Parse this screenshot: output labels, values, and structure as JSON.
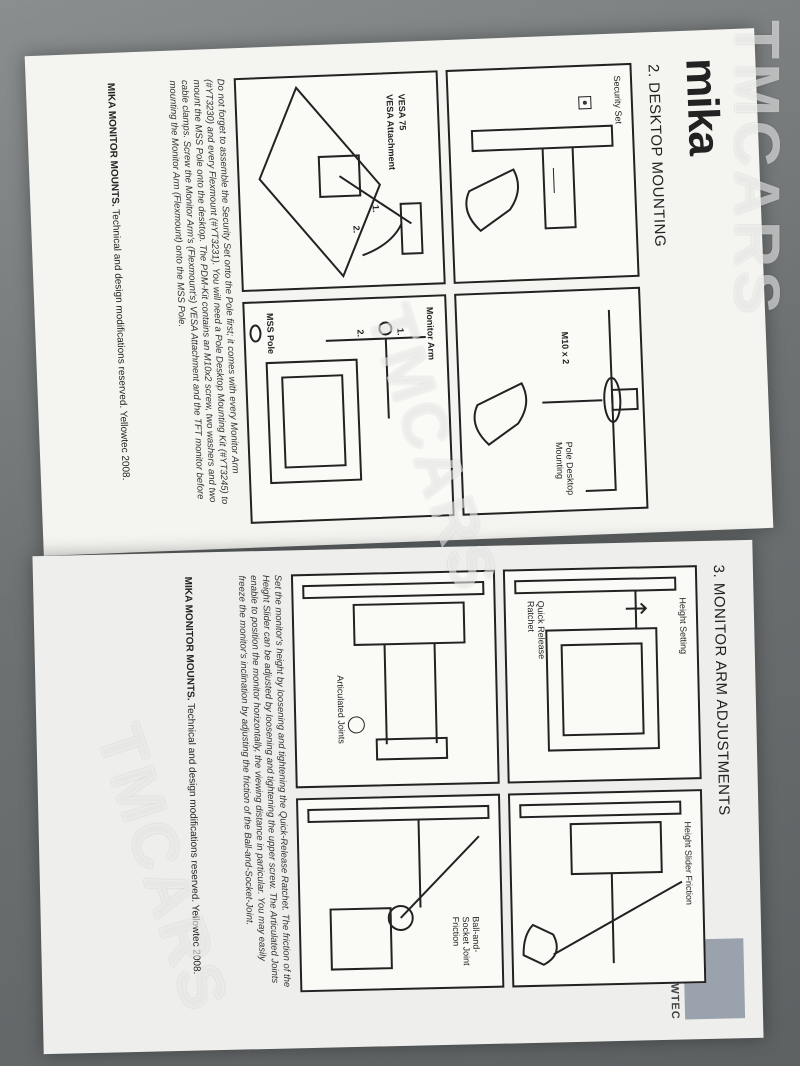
{
  "brand": "mika",
  "left_page": {
    "section_title": "2. DESKTOP MOUNTING",
    "panels": [
      {
        "labels": [
          "Security Set"
        ]
      },
      {
        "labels": [
          "Pole Desktop Mounting",
          "M10 x 2"
        ]
      },
      {
        "labels": [
          "VESA 75",
          "VESA Attachment",
          "1.",
          "2."
        ]
      },
      {
        "labels": [
          "Monitor Arm",
          "MSS Pole",
          "1.",
          "2."
        ]
      }
    ],
    "paragraph": "Do not forget to assemble the Security Set onto the Pole first; it comes with every Monitor Arm (#YT3230) and every Flexmount (#YT3231). You will need a Pole Desktop Mounting Kit (#YT3245) to mount the MSS Pole onto the desktop. The PDM-Kit contains an M10x2 screw, two washers and two cable clamps. Screw the Monitor Arm's (Flexmount's) VESA Attachment and the TFT monitor before mounting the Monitor Arm (Flexmount) onto the MSS Pole.",
    "footer_bold": "MIKA MONITOR MOUNTS.",
    "footer_rest": "Technical and design modifications reserved. Yellowtec 2008."
  },
  "right_page": {
    "section_title": "3. MONITOR ARM ADJUSTMENTS",
    "logo_text": "YELLOWTEC",
    "panels": [
      {
        "labels": [
          "Height Setting",
          "Quick Release Ratchet"
        ]
      },
      {
        "labels": [
          "Height Slider Friction"
        ]
      },
      {
        "labels": [
          "Articulated Joints"
        ]
      },
      {
        "labels": [
          "Ball-and-Socket Joint Friction"
        ]
      }
    ],
    "paragraph": "Set the monitor's height by loosening and tightening the Quick-Release Ratchet. The friction of the Height Slider can be adjusted by loosening and tightening the upper screw. The Articulated Joints enable to position the monitor horizontally, the viewing distance in particular. You may easily freeze the monitor's inclination by adjusting the friction of the Ball-and-Socket-Joint.",
    "footer_bold": "MIKA MONITOR MOUNTS.",
    "footer_rest": "Technical and design modifications reserved. Yellowtec 2008."
  },
  "watermarks": [
    "TMCARS",
    "TMCARS",
    "TMCARS"
  ]
}
